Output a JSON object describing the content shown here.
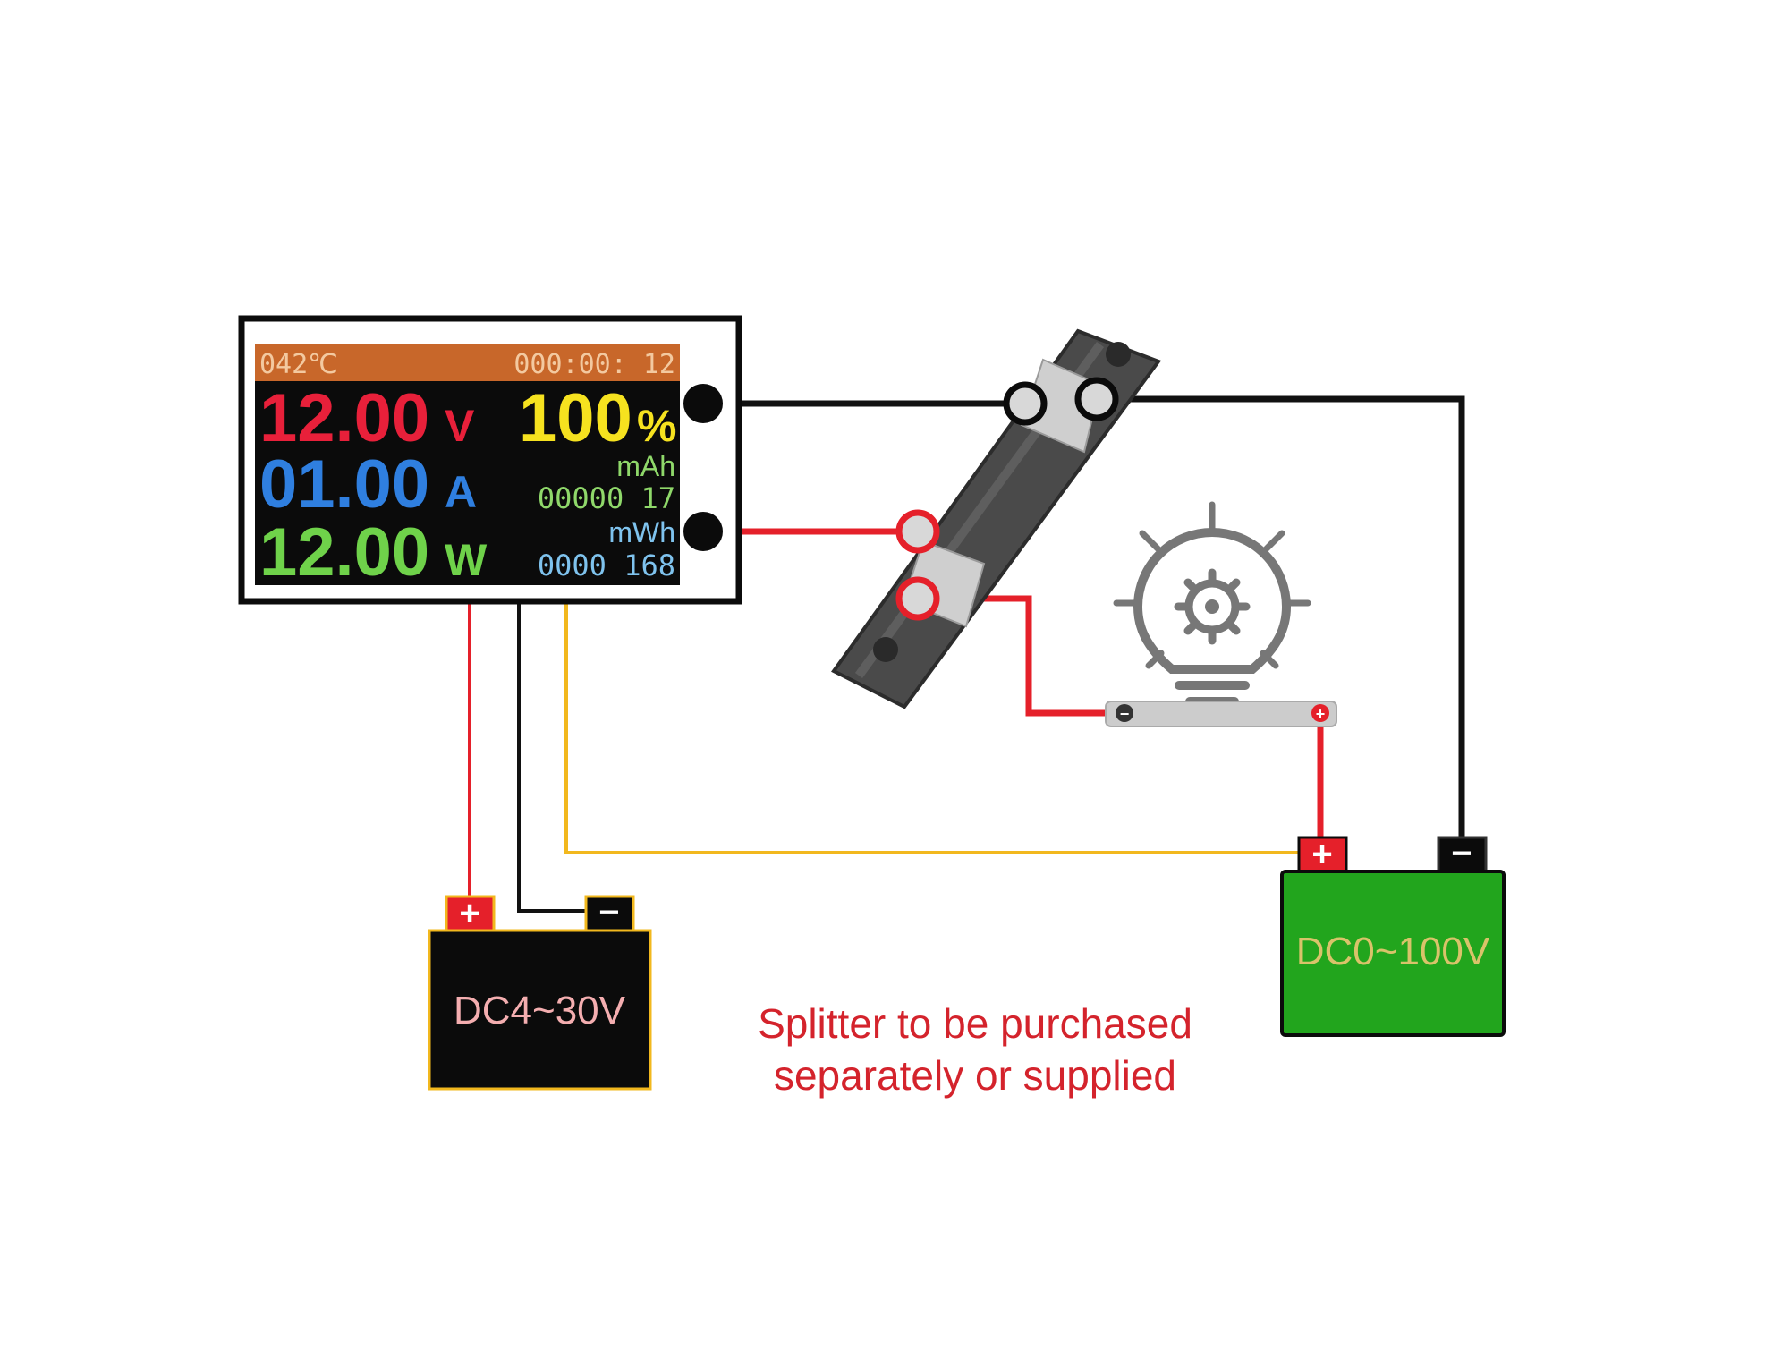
{
  "colors": {
    "red_wire": "#e5202a",
    "black_wire": "#111111",
    "yellow_wire": "#f2b81e",
    "voltage": "#e8203a",
    "current": "#2f7fe0",
    "power": "#6fd24a",
    "percent": "#f6e21f",
    "status_bar": "#c8672a",
    "battery_low": "#0b0b0b",
    "battery_high": "#22a51d",
    "note_text": "#d4232c"
  },
  "meter": {
    "temperature": "042℃",
    "timer": "000:00: 12",
    "voltage_value": "12.00",
    "voltage_unit": "V",
    "percent_value": "100",
    "percent_unit": "%",
    "current_value": "01.00",
    "current_unit": "A",
    "mah_label": "mAh",
    "mah_value": "00000 17",
    "power_value": "12.00",
    "power_unit": "W",
    "mwh_label": "mWh",
    "mwh_value": "0000 168"
  },
  "battery_low": {
    "label": "DC4~30V",
    "plus_symbol": "+",
    "minus_symbol": "−"
  },
  "battery_high": {
    "label": "DC0~100V",
    "plus_symbol": "+",
    "minus_symbol": "−"
  },
  "load": {
    "icon": "lightbulb-gear-icon",
    "minus_symbol": "−",
    "plus_symbol": "+"
  },
  "note": {
    "line1": "Splitter to be purchased",
    "line2": "separately or supplied"
  }
}
